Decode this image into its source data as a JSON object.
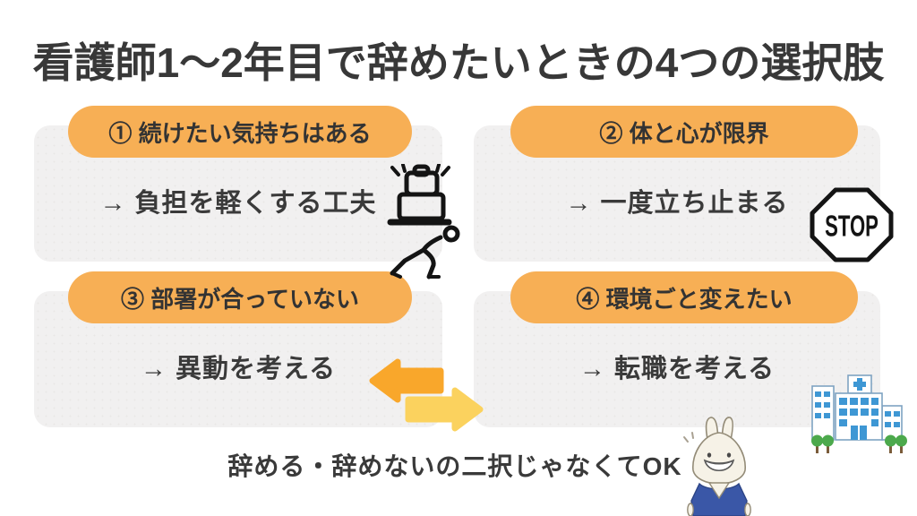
{
  "title": "看護師1〜2年目で辞めたいときの4つの選択肢",
  "cards": [
    {
      "label": "① 続けたい気持ちはある",
      "body": "→ 負担を軽くする工夫",
      "icon": "carrying-luggage-icon"
    },
    {
      "label": "② 体と心が限界",
      "body": "→ 一度立ち止まる",
      "icon": "stop-sign-icon"
    },
    {
      "label": "③ 部署が合っていない",
      "body": "→ 異動を考える",
      "icon": "transfer-arrows-icon"
    },
    {
      "label": "④ 環境ごと変えたい",
      "body": "→ 転職を考える",
      "icon": "hospital-icon"
    }
  ],
  "footer_note": "辞める・辞めないの二択じゃなくてOK",
  "stop_sign_text": "STOP",
  "colors": {
    "header_pill_orange": "#F7AF55",
    "card_background_gray": "#F1F0F0",
    "text_dark": "#3A3A3A",
    "arrow_left_orange": "#F9A72B",
    "arrow_right_yellow": "#FBD25E",
    "hospital_window_blue": "#3E97D4",
    "tree_green": "#4CA94C",
    "rabbit_shirt_blue": "#3A57A7"
  }
}
